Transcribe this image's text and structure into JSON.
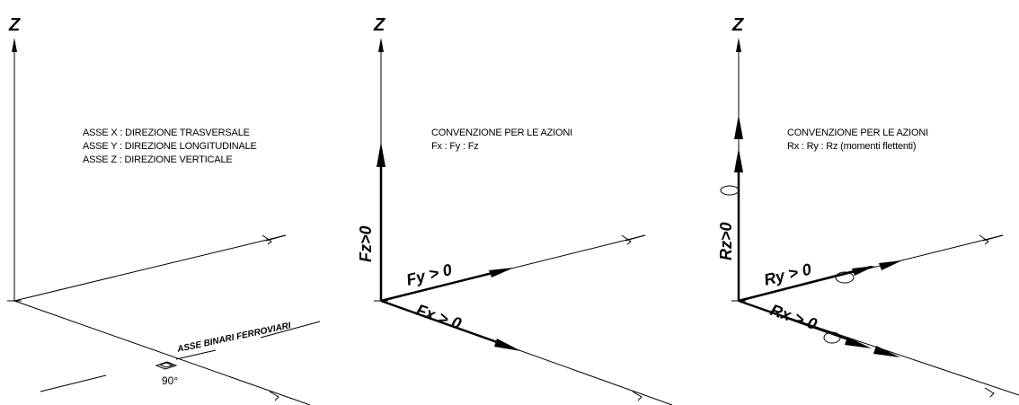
{
  "panels": [
    {
      "axis_label": "Z",
      "notes": [
        "ASSE X : DIREZIONE TRASVERSALE",
        "ASSE Y : DIREZIONE LONGITUDINALE",
        "ASSE Z : DIREZIONE VERTICALE"
      ],
      "rail_label": "ASSE BINARI FERROVIARI",
      "angle_label": "90°"
    },
    {
      "axis_label": "Z",
      "notes": [
        "CONVENZIONE PER LE AZIONI",
        "Fx : Fy : Fz"
      ],
      "force_z": "Fz>0",
      "force_y": "Fy > 0",
      "force_x": "Fx > 0"
    },
    {
      "axis_label": "Z",
      "notes": [
        "CONVENZIONE PER LE AZIONI",
        "Rx : Ry : Rz (momenti flettenti)"
      ],
      "moment_z": "Rz>0",
      "moment_y": "Ry > 0",
      "moment_x": "Rx > 0"
    }
  ],
  "colors": {
    "line": "#000000",
    "background": "#ffffff"
  }
}
